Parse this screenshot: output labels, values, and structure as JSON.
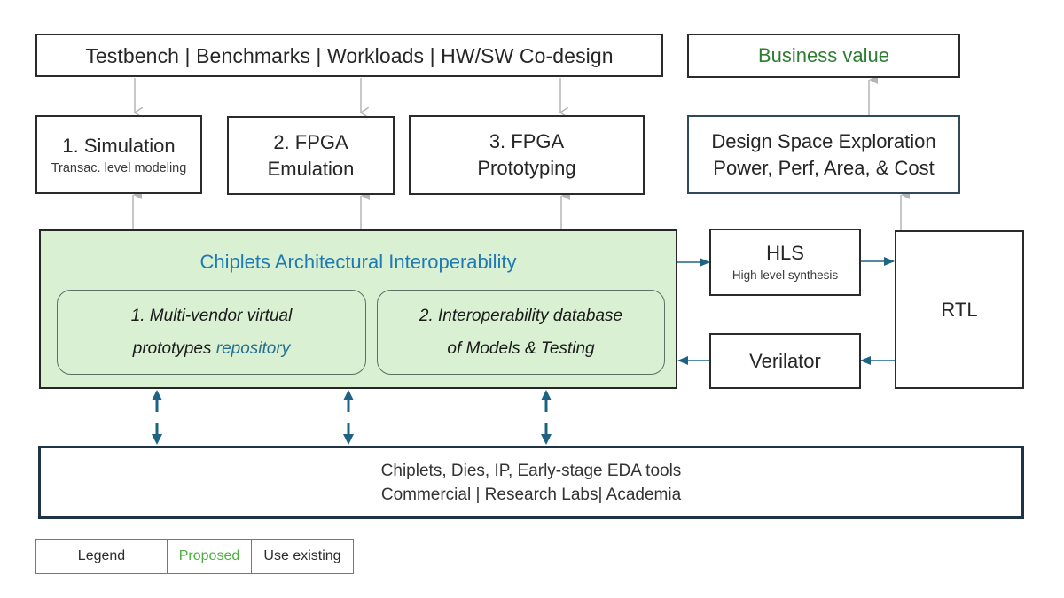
{
  "top_box": {
    "label": "Testbench | Benchmarks | Workloads | HW/SW Co-design"
  },
  "business_value": {
    "label": "Business value",
    "color": "#2e7d32"
  },
  "simulation": {
    "title": "1. Simulation",
    "subtitle": "Transac. level modeling"
  },
  "fpga_emulation": {
    "line1": "2. FPGA",
    "line2": "Emulation"
  },
  "fpga_prototyping": {
    "line1": "3. FPGA",
    "line2": "Prototyping"
  },
  "dse": {
    "line1": "Design Space Exploration",
    "line2": "Power, Perf, Area, & Cost"
  },
  "interop": {
    "title": "Chiplets Architectural Interoperability",
    "title_color": "#1f7ab3",
    "fill_color": "#d9f0d2",
    "item1": {
      "line1": "1. Multi-vendor virtual",
      "line2_prefix": "prototypes ",
      "line2_highlight": "repository"
    },
    "item2": {
      "line1": "2. Interoperability database",
      "line2": "of Models & Testing"
    }
  },
  "hls": {
    "title": "HLS",
    "subtitle": "High level synthesis"
  },
  "verilator": {
    "label": "Verilator"
  },
  "rtl": {
    "label": "RTL"
  },
  "bottom_box": {
    "line1": "Chiplets, Dies, IP, Early-stage EDA tools",
    "line2": "Commercial | Research Labs| Academia"
  },
  "legend": {
    "items": [
      {
        "label": "Legend",
        "color": "#2b2b2b"
      },
      {
        "label": "Proposed",
        "color": "#4caf3c"
      },
      {
        "label": "Use existing",
        "color": "#2b2b2b"
      }
    ]
  },
  "colors": {
    "gray_arrow": "#b5b5b5",
    "blue_arrow": "#1e6384"
  }
}
